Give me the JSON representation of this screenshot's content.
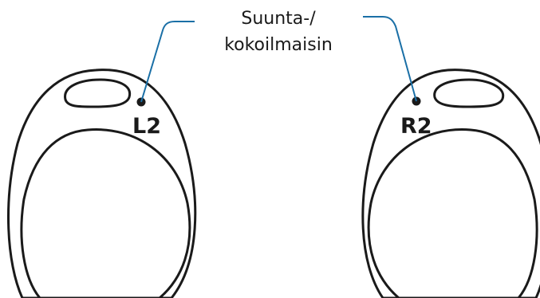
{
  "annotation": {
    "line1": "Suunta-/",
    "line2": "kokoilmaisin"
  },
  "earbuds": {
    "left_label": "L2",
    "right_label": "R2"
  },
  "colors": {
    "outline": "#1a1a1a",
    "leader_line": "#1a6fa6",
    "background": "#ffffff"
  }
}
